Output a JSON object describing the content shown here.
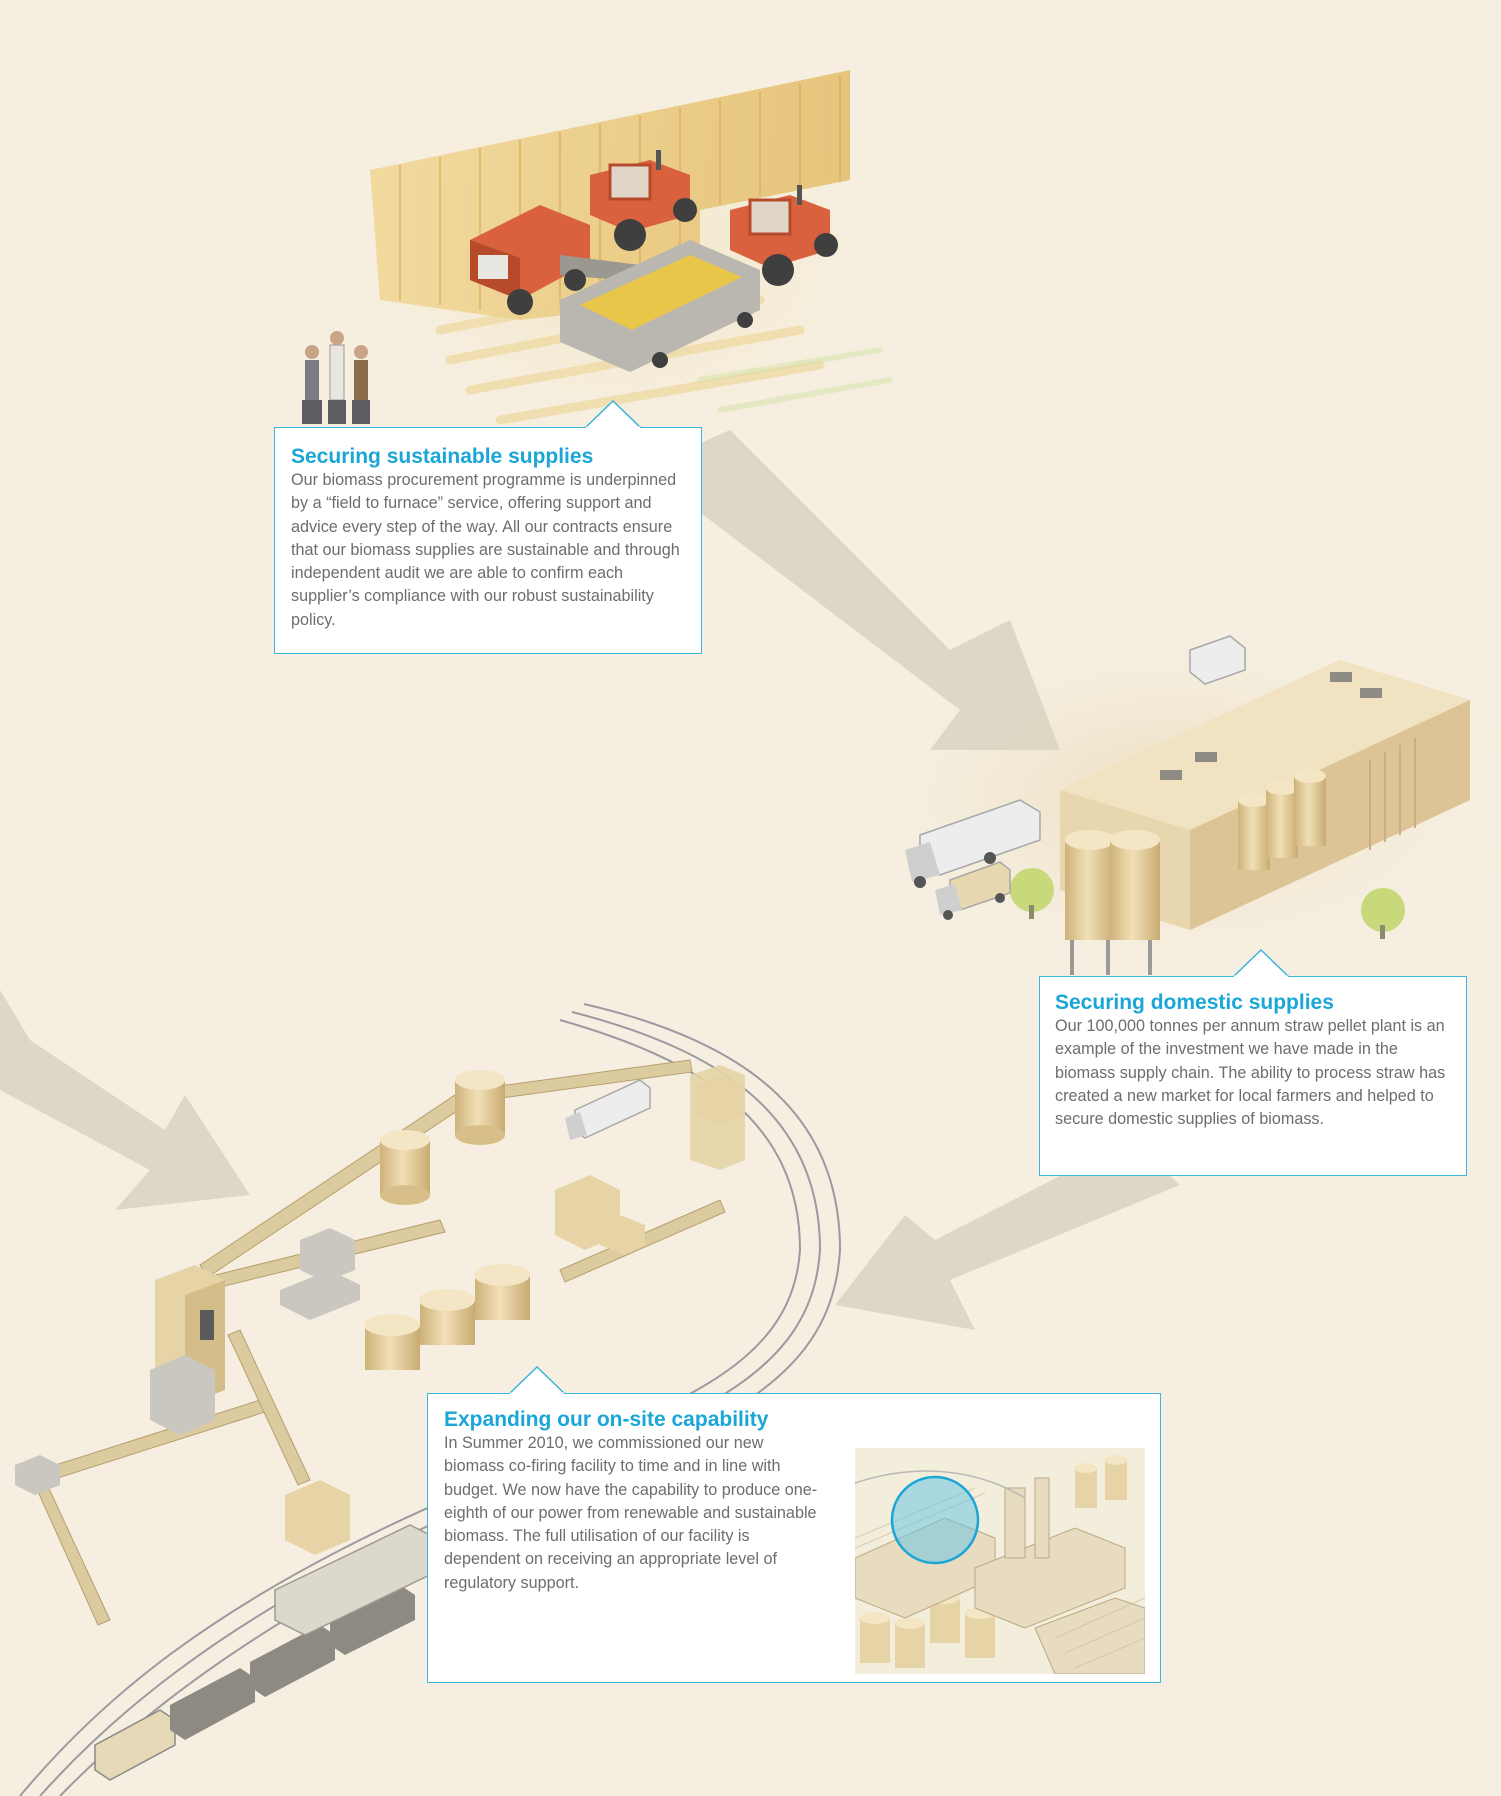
{
  "colors": {
    "background": "#f6efe1",
    "accent": "#1aa6d6",
    "border": "#3cb5dc",
    "arrow": "#d6d2bf",
    "tractor": "#d9613e",
    "straw": "#e9c77a",
    "building": "#e6d3aa"
  },
  "callouts": [
    {
      "title": "Securing sustainable supplies",
      "body": "Our biomass procurement programme is underpinned by a “field to furnace” service, offering support and advice every step of the way. All our contracts ensure that our biomass supplies are sustainable and through independent audit we are able to confirm each supplier’s compliance with our robust sustainability policy."
    },
    {
      "title": "Securing domestic supplies",
      "body": "Our 100,000 tonnes per annum straw pellet plant is an example of the investment we have made in the biomass supply chain. The ability to process straw has created a new market for local farmers and helped to secure domestic supplies of biomass."
    },
    {
      "title": "Expanding our on-site capability",
      "body": "In Summer 2010, we commissioned our new biomass co-firing facility to time and in line with budget. We now have the capability to produce one-eighth of our power from renewable and sustainable biomass. The full utilisation of our facility is dependent on receiving an appropriate level of regulatory support."
    }
  ]
}
